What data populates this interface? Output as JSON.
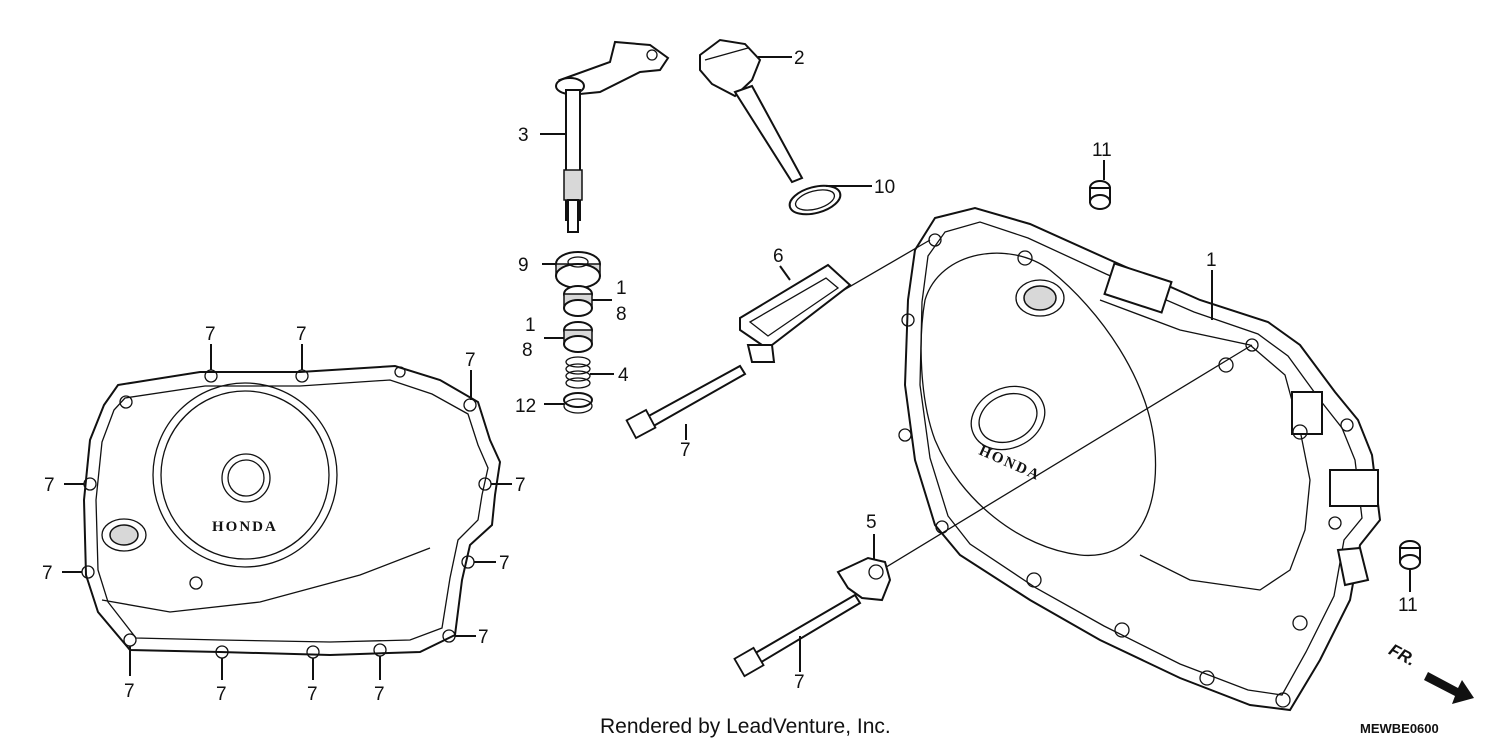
{
  "diagram": {
    "brand_left": "HONDA",
    "brand_right": "HONDA",
    "credit": "Rendered by LeadVenture, Inc.",
    "code": "MEWBE0600",
    "direction": "FR.",
    "callouts": {
      "c1a": "1",
      "c1b": "1",
      "c1c": "1",
      "c2": "2",
      "c3": "3",
      "c4": "4",
      "c5": "5",
      "c6": "6",
      "c8a": "8",
      "c8b": "8",
      "c9": "9",
      "c10": "10",
      "c11a": "11",
      "c11b": "11",
      "c12": "12",
      "c7a": "7",
      "c7b": "7",
      "c7c": "7",
      "c7d": "7",
      "c7e": "7",
      "c7f": "7",
      "c7g": "7",
      "c7h": "7",
      "c7i": "7",
      "c7j": "7",
      "c7k": "7",
      "c7l": "7",
      "c7m": "7",
      "c7n": "7"
    }
  }
}
